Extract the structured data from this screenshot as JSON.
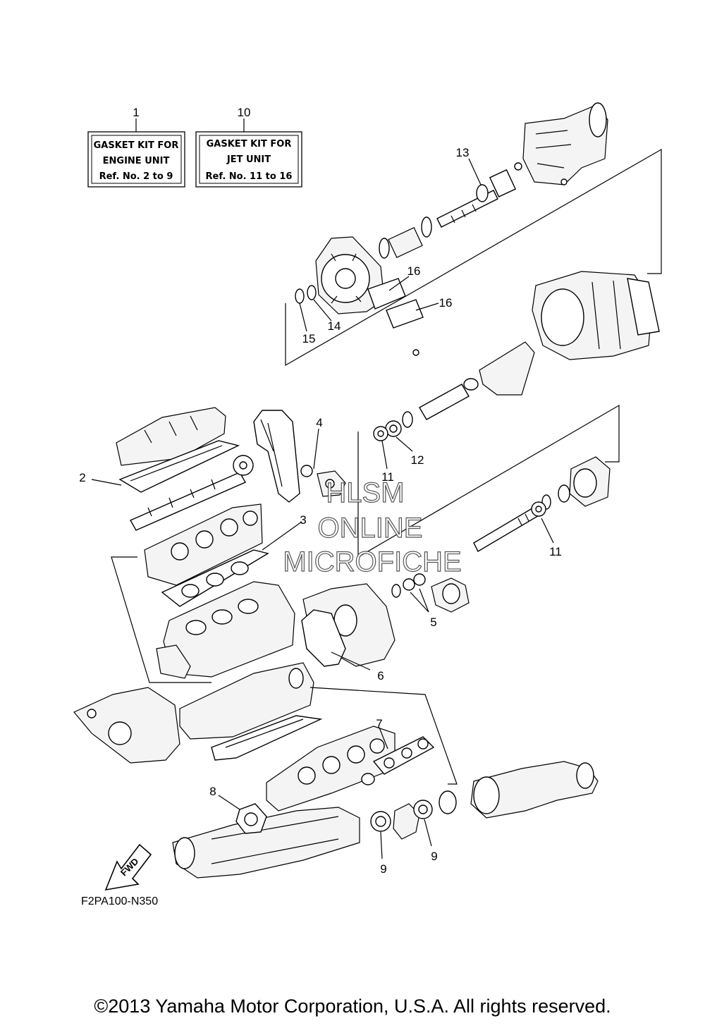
{
  "callouts": {
    "c1": "1",
    "c2": "2",
    "c3": "3",
    "c4": "4",
    "c5": "5",
    "c6": "6",
    "c7": "7",
    "c8": "8",
    "c9a": "9",
    "c9b": "9",
    "c10": "10",
    "c11a": "11",
    "c11b": "11",
    "c12": "12",
    "c13": "13",
    "c14": "14",
    "c15": "15",
    "c16a": "16",
    "c16b": "16"
  },
  "kit_engine": {
    "line1": "GASKET KIT FOR",
    "line2": "ENGINE UNIT",
    "line3": "Ref. No. 2 to 9"
  },
  "kit_jet": {
    "line1": "GASKET KIT FOR",
    "line2": "JET UNIT",
    "line3": "Ref. No. 11 to 16"
  },
  "watermark": {
    "line1": "HLSM",
    "line2": "ONLINE",
    "line3": "MICROFICHE"
  },
  "fwd_label": "FWD",
  "diagram_code": "F2PA100-N350",
  "copyright": "©2013 Yamaha Motor Corporation, U.S.A. All rights reserved."
}
